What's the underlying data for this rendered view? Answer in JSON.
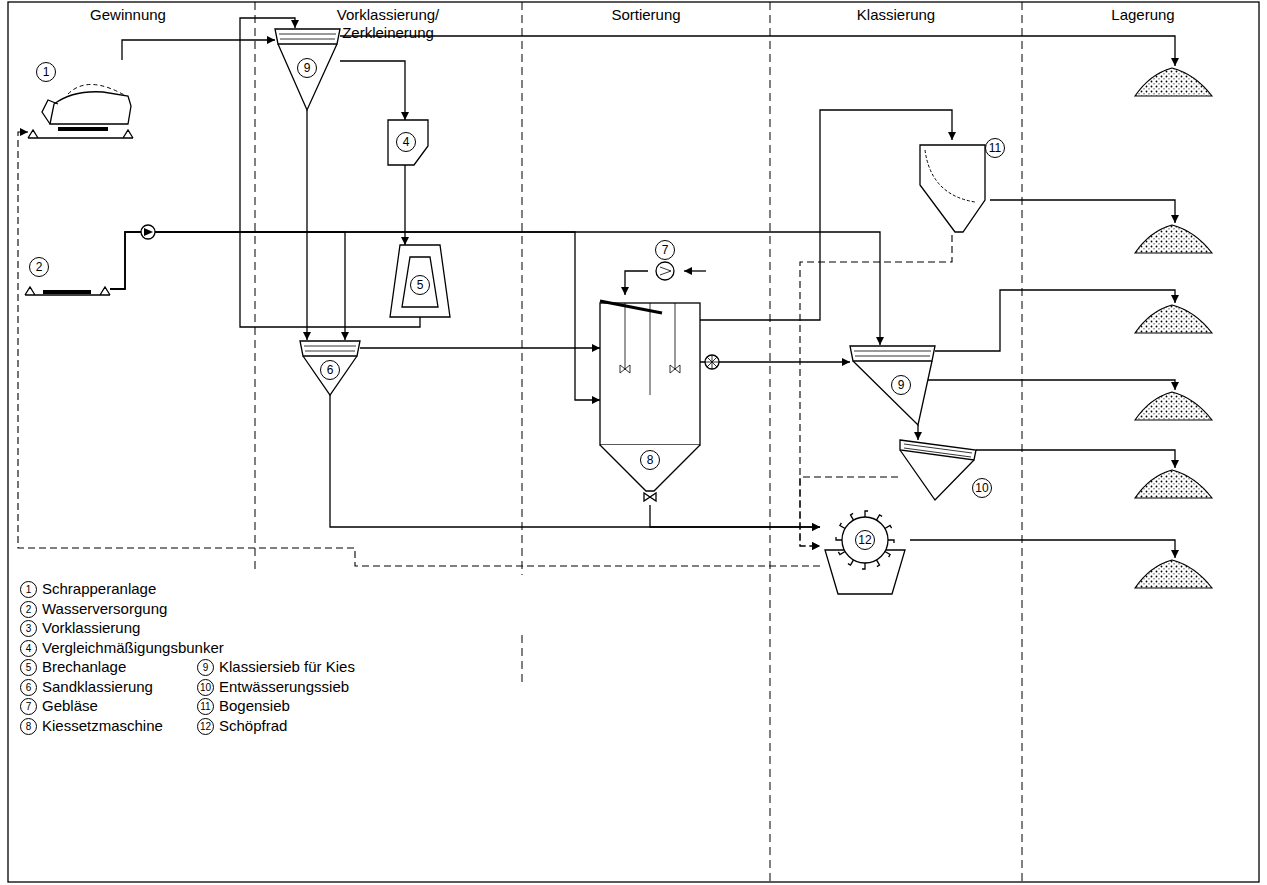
{
  "diagram": {
    "nodes": [
      {
        "text": [
          "1"
        ]
      },
      {
        "text": [
          "2"
        ]
      },
      {
        "text": [
          "9"
        ]
      },
      {
        "text": [
          "4"
        ]
      },
      {
        "text": [
          "5"
        ]
      },
      {
        "text": [
          "6"
        ]
      },
      {
        "text": [
          "7"
        ]
      },
      {
        "text": [
          "8"
        ]
      },
      {
        "text": [
          "11"
        ]
      },
      {
        "text": [
          "9"
        ]
      },
      {
        "text": [
          "10"
        ]
      },
      {
        "text": [
          "12"
        ]
      }
    ],
    "edges": [
      {
        "from": 0,
        "to": 2,
        "arrow": "to"
      },
      {
        "from": 2,
        "to": 3,
        "arrow": "to"
      },
      {
        "from": 3,
        "to": 4,
        "arrow": "to"
      },
      {
        "from": 4,
        "to": 2,
        "arrow": "to"
      },
      {
        "from": 2,
        "to": 5,
        "arrow": "to"
      },
      {
        "from": 1,
        "to": 5,
        "arrow": "to"
      },
      {
        "from": 1,
        "to": 7,
        "arrow": "to"
      },
      {
        "from": 1,
        "to": 9,
        "arrow": "to"
      },
      {
        "from": 5,
        "to": 7,
        "arrow": "to"
      },
      {
        "from": 6,
        "to": 7,
        "arrow": "to"
      },
      {
        "from": 5,
        "to": 11,
        "arrow": "to"
      },
      {
        "from": 7,
        "to": 8,
        "arrow": "to"
      },
      {
        "from": 7,
        "to": 9,
        "arrow": "to"
      },
      {
        "from": 7,
        "to": 11,
        "arrow": "to"
      },
      {
        "from": 9,
        "to": 10,
        "arrow": "to"
      },
      {
        "from": 8,
        "to": 11,
        "arrow": "to"
      },
      {
        "from": 10,
        "to": 11,
        "arrow": "to"
      },
      {
        "from": 11,
        "to": 0,
        "arrow": "to"
      }
    ],
    "labels": [
      "Gewinnung",
      "Vorklassierung/ Zerkleinerung",
      "Sortierung",
      "Klassierung",
      "Lagerung",
      "1",
      "Schrapperanlage",
      "2",
      "Wasserversorgung",
      "3",
      "Vorklassierung",
      "4",
      "Vergleichmäßigungsbunker",
      "5",
      "Brechanlage",
      "6",
      "Sandklassierung",
      "7",
      "Gebläse",
      "8",
      "Kiessetzmaschine",
      "9",
      "Klassiersieb für Kies",
      "10",
      "Entwässerungssieb",
      "11",
      "Bogensieb",
      "12",
      "Schöpfrad"
    ]
  }
}
